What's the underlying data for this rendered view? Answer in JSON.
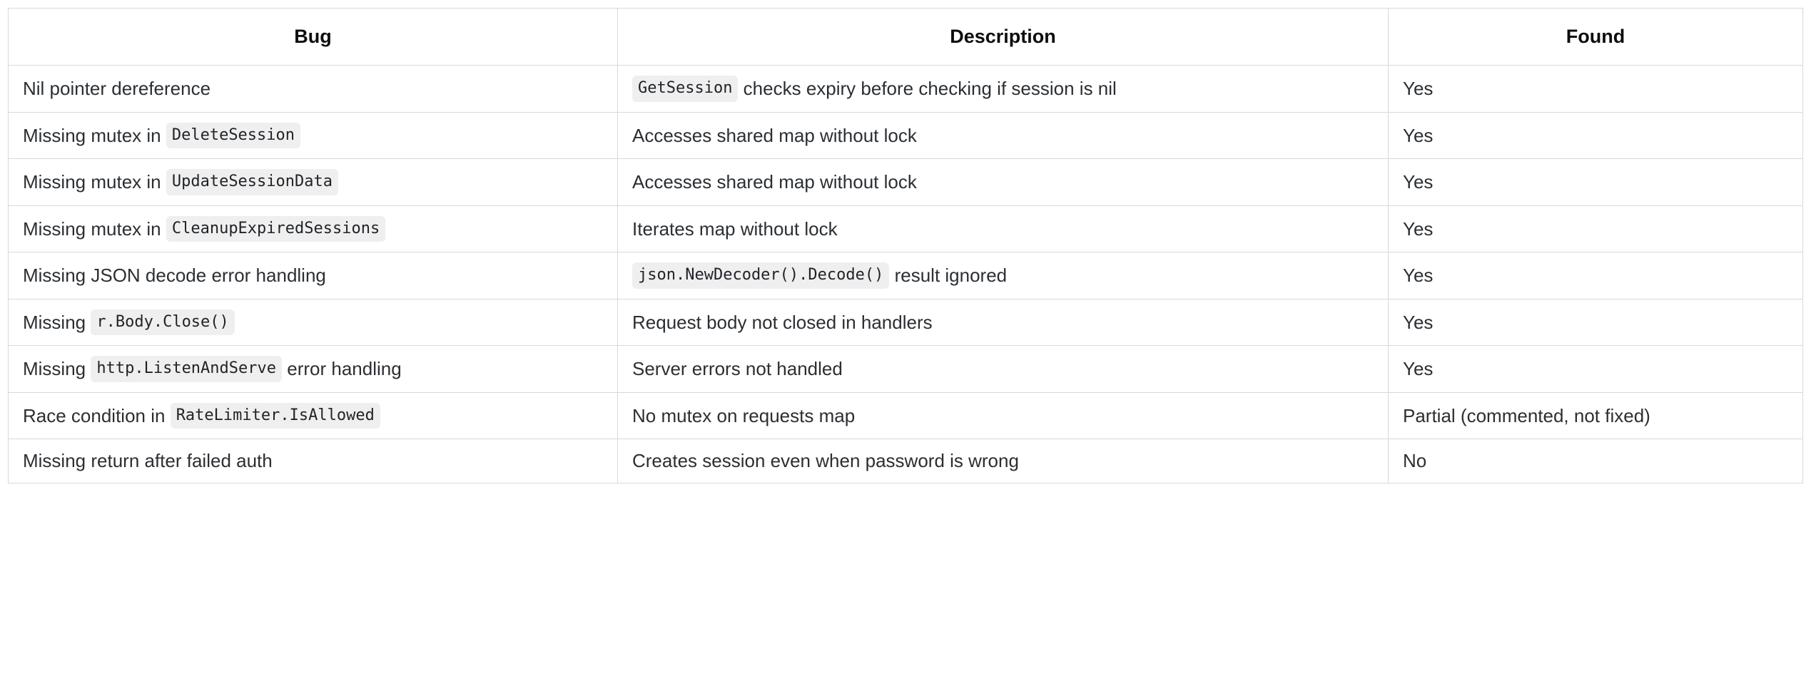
{
  "table": {
    "columns": [
      {
        "key": "bug",
        "label": "Bug",
        "align": "center"
      },
      {
        "key": "description",
        "label": "Description",
        "align": "center"
      },
      {
        "key": "found",
        "label": "Found",
        "align": "center"
      }
    ],
    "rows": [
      {
        "bug": {
          "parts": [
            {
              "type": "text",
              "value": "Nil pointer dereference"
            }
          ]
        },
        "description": {
          "parts": [
            {
              "type": "code",
              "value": "GetSession"
            },
            {
              "type": "text",
              "value": " checks expiry before checking if session is nil"
            }
          ]
        },
        "found": "Yes"
      },
      {
        "bug": {
          "parts": [
            {
              "type": "text",
              "value": "Missing mutex in "
            },
            {
              "type": "code",
              "value": "DeleteSession"
            }
          ]
        },
        "description": {
          "parts": [
            {
              "type": "text",
              "value": "Accesses shared map without lock"
            }
          ]
        },
        "found": "Yes"
      },
      {
        "bug": {
          "parts": [
            {
              "type": "text",
              "value": "Missing mutex in "
            },
            {
              "type": "code",
              "value": "UpdateSessionData"
            }
          ]
        },
        "description": {
          "parts": [
            {
              "type": "text",
              "value": "Accesses shared map without lock"
            }
          ]
        },
        "found": "Yes"
      },
      {
        "bug": {
          "parts": [
            {
              "type": "text",
              "value": "Missing mutex in "
            },
            {
              "type": "code",
              "value": "CleanupExpiredSessions"
            }
          ]
        },
        "description": {
          "parts": [
            {
              "type": "text",
              "value": "Iterates map without lock"
            }
          ]
        },
        "found": "Yes"
      },
      {
        "bug": {
          "parts": [
            {
              "type": "text",
              "value": "Missing JSON decode error handling"
            }
          ]
        },
        "description": {
          "parts": [
            {
              "type": "code",
              "value": "json.NewDecoder().Decode()"
            },
            {
              "type": "text",
              "value": " result ignored"
            }
          ]
        },
        "found": "Yes"
      },
      {
        "bug": {
          "parts": [
            {
              "type": "text",
              "value": "Missing "
            },
            {
              "type": "code",
              "value": "r.Body.Close()"
            }
          ]
        },
        "description": {
          "parts": [
            {
              "type": "text",
              "value": "Request body not closed in handlers"
            }
          ]
        },
        "found": "Yes"
      },
      {
        "bug": {
          "parts": [
            {
              "type": "text",
              "value": "Missing "
            },
            {
              "type": "code",
              "value": "http.ListenAndServe"
            },
            {
              "type": "text",
              "value": " error handling"
            }
          ]
        },
        "description": {
          "parts": [
            {
              "type": "text",
              "value": "Server errors not handled"
            }
          ]
        },
        "found": "Yes"
      },
      {
        "bug": {
          "parts": [
            {
              "type": "text",
              "value": "Race condition in "
            },
            {
              "type": "code",
              "value": "RateLimiter.IsAllowed"
            }
          ]
        },
        "description": {
          "parts": [
            {
              "type": "text",
              "value": "No mutex on requests map"
            }
          ]
        },
        "found": "Partial (commented, not fixed)"
      },
      {
        "bug": {
          "parts": [
            {
              "type": "text",
              "value": "Missing return after failed auth"
            }
          ]
        },
        "description": {
          "parts": [
            {
              "type": "text",
              "value": "Creates session even when password is wrong"
            }
          ]
        },
        "found": "No"
      }
    ]
  },
  "colors": {
    "border": "#d6d9dc",
    "code_background": "#efefef",
    "text": "#2b2f33",
    "header_text": "#0b0d0e",
    "page_background": "#ffffff"
  }
}
